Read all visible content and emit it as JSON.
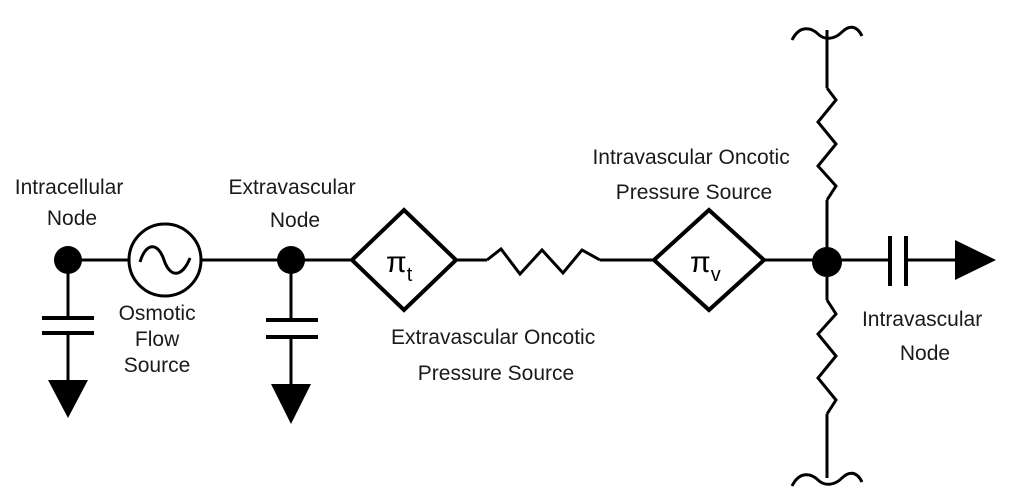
{
  "labels": {
    "intracellular_node": [
      "Intracellular",
      "Node"
    ],
    "osmotic_flow_source": [
      "Osmotic",
      "Flow",
      "Source"
    ],
    "extravascular_node": [
      "Extravascular",
      "Node"
    ],
    "extravascular_oncotic_source": [
      "Extravascular Oncotic",
      "Pressure Source"
    ],
    "intravascular_oncotic_source": [
      "Intravascular Oncotic",
      "Pressure Source"
    ],
    "intravascular_node": [
      "Intravascular",
      "Node"
    ]
  },
  "symbols": {
    "pi_tissue": {
      "base": "π",
      "sub": "t"
    },
    "pi_vascular": {
      "base": "π",
      "sub": "v"
    }
  }
}
